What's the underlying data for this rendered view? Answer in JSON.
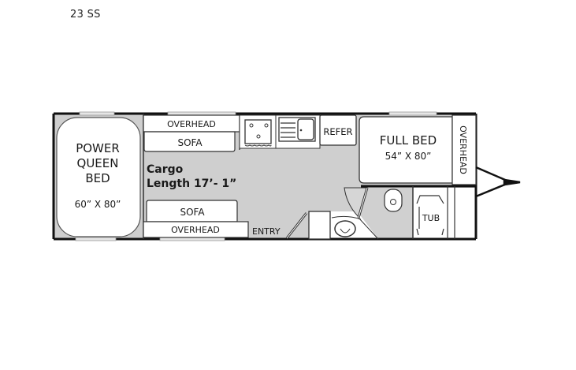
{
  "header": {
    "model_name": "23 SS"
  },
  "floorplan": {
    "cargo": {
      "line1": "Cargo",
      "line2": "Length 17’- 1”"
    },
    "queen_bed": {
      "line1": "POWER",
      "line2": "QUEEN",
      "line3": "BED",
      "size": "60” X 80”"
    },
    "sofa_top": {
      "overhead": "OVERHEAD",
      "sofa": "SOFA"
    },
    "sofa_bottom": {
      "sofa": "SOFA",
      "overhead": "OVERHEAD"
    },
    "refer": "REFER",
    "full_bed": {
      "label": "FULL BED",
      "size": "54” X 80”"
    },
    "front_overhead": "OVERHEAD",
    "tub": "TUB",
    "entry": "ENTRY"
  },
  "colors": {
    "floor": "#cfcfcf",
    "wall": "#111111",
    "fixture": "#ffffff",
    "window": "#bdbdbd"
  }
}
